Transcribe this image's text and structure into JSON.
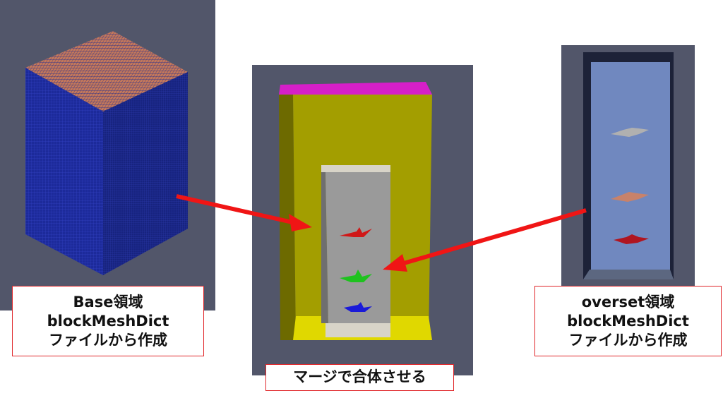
{
  "left_box": {
    "line1": "Base領域",
    "line2": "blockMeshDict",
    "line3": "ファイルから作成"
  },
  "right_box": {
    "line1": "overset領域",
    "line2": "blockMeshDict",
    "line3": "ファイルから作成"
  },
  "center_box": {
    "label": "マージで合体させる"
  },
  "colors": {
    "panel_background": "#52566a",
    "base_mesh_side": "#1c2a9a",
    "base_mesh_top": "#c4785a",
    "outer_domain": "#a39e00",
    "outer_top": "#d61fc8",
    "outer_bottom": "#e0d800",
    "inner_domain": "#9a9a9a",
    "overset_domain": "#7088bf",
    "arrow": "#f01515",
    "caption_border": "#e0262a"
  },
  "propellers": {
    "center": [
      "red",
      "green",
      "blue"
    ],
    "right": [
      "gray",
      "salmon",
      "crimson"
    ]
  }
}
